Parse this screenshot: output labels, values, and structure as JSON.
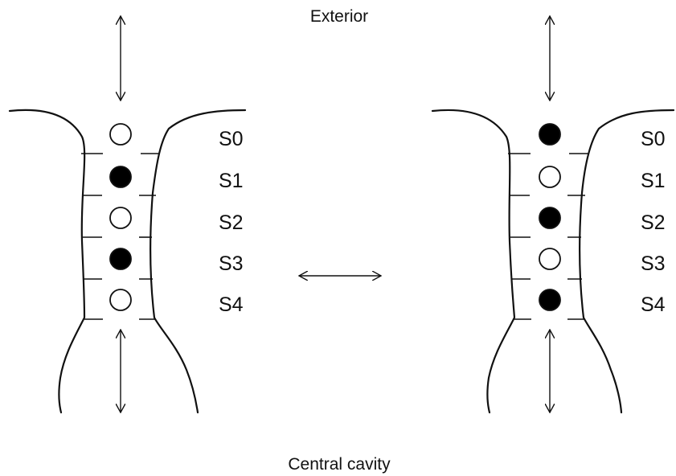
{
  "labels": {
    "top": "Exterior",
    "bottom": "Central cavity"
  },
  "site_labels": [
    "S0",
    "S1",
    "S2",
    "S3",
    "S4"
  ],
  "channels": [
    {
      "id": "left",
      "sites": [
        {
          "label": "S0",
          "occupied": false
        },
        {
          "label": "S1",
          "occupied": true
        },
        {
          "label": "S2",
          "occupied": false
        },
        {
          "label": "S3",
          "occupied": true
        },
        {
          "label": "S4",
          "occupied": false
        }
      ]
    },
    {
      "id": "right",
      "sites": [
        {
          "label": "S0",
          "occupied": true
        },
        {
          "label": "S1",
          "occupied": false
        },
        {
          "label": "S2",
          "occupied": true
        },
        {
          "label": "S3",
          "occupied": false
        },
        {
          "label": "S4",
          "occupied": true
        }
      ]
    }
  ],
  "colors": {
    "ink": "#111111",
    "occupied_fill": "#000000",
    "empty_fill": "#ffffff"
  }
}
